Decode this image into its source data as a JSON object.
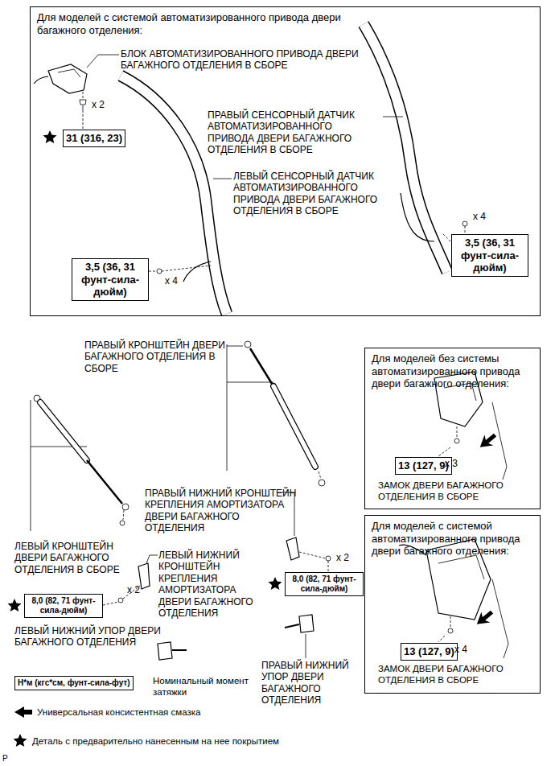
{
  "diagram": {
    "nodes": [
      {
        "text": [
          "Для моделей с системой автоматизированного привода двери багажного отделения:"
        ]
      },
      {
        "text": [
          "31 (316, 23)"
        ],
        "in": 0
      },
      {
        "text": [
          "3,5 (36, 31 фунт-сила-дюйм)"
        ],
        "in": 0
      },
      {
        "text": [
          "3,5 (36, 31 фунт-сила-дюйм)"
        ],
        "in": 0
      },
      {
        "text": [
          "Для моделей без системы автоматизированного привода двери багажного отделения:",
          "ЗАМОК ДВЕРИ БАГАЖНОГО ОТДЕЛЕНИЯ В СБОРЕ"
        ]
      },
      {
        "text": [
          "13 (127, 9)"
        ],
        "in": 4
      },
      {
        "text": [
          "8,0 (82, 71 фунт-сила-дюйм)"
        ]
      },
      {
        "text": [
          "Для моделей с системой автоматизированного привода двери багажного отделения:",
          "ЗАМОК ДВЕРИ БАГАЖНОГО ОТДЕЛЕНИЯ В СБОРЕ"
        ]
      },
      {
        "text": [
          "13 (127, 9)"
        ],
        "in": 7
      },
      {
        "text": [
          "8,0 (82, 71 фунт-сила-дюйм)"
        ]
      },
      {
        "text": [
          "Н*м (кгс*см, фунт-сила-фут)"
        ]
      }
    ],
    "labels": [
      "БЛОК АВТОМАТИЗИРОВАННОГО ПРИВОДА ДВЕРИ БАГАЖНОГО ОТДЕЛЕНИЯ В СБОРЕ",
      "x 2",
      "ПРАВЫЙ СЕНСОРНЫЙ ДАТЧИК АВТОМАТИЗИРОВАННОГО ПРИВОДА ДВЕРИ БАГАЖНОГО ОТДЕЛЕНИЯ В СБОРЕ",
      "ЛЕВЫЙ СЕНСОРНЫЙ ДАТЧИК АВТОМАТИЗИРОВАННОГО ПРИВОДА ДВЕРИ БАГАЖНОГО ОТДЕЛЕНИЯ В СБОРЕ",
      "x 4",
      "x 4",
      "ПРАВЫЙ КРОНШТЕЙН ДВЕРИ БАГАЖНОГО ОТДЕЛЕНИЯ В СБОРЕ",
      "x 3",
      "ПРАВЫЙ НИЖНИЙ КРОНШТЕЙН КРЕПЛЕНИЯ АМОРТИЗАТОРА ДВЕРИ БАГАЖНОГО ОТДЕЛЕНИЯ",
      "x 2",
      "ЛЕВЫЙ КРОНШТЕЙН ДВЕРИ БАГАЖНОГО ОТДЕЛЕНИЯ В СБОРЕ",
      "ЛЕВЫЙ НИЖНИЙ КРОНШТЕЙН КРЕПЛЕНИЯ АМОРТИЗАТОРА ДВЕРИ БАГАЖНОГО ОТДЕЛЕНИЯ",
      "x 2",
      "x 4",
      "ЛЕВЫЙ НИЖНИЙ УПОР ДВЕРИ БАГАЖНОГО ОТДЕЛЕНИЯ",
      "ПРАВЫЙ НИЖНИЙ УПОР ДВЕРИ БАГАЖНОГО ОТДЕЛЕНИЯ",
      "P"
    ],
    "legend": [
      {
        "text": "Номинальный момент затяжки"
      },
      {
        "text": "Универсальная консистентная смазка"
      },
      {
        "text": "Деталь с предварительно нанесенным на нее покрытием"
      }
    ]
  }
}
